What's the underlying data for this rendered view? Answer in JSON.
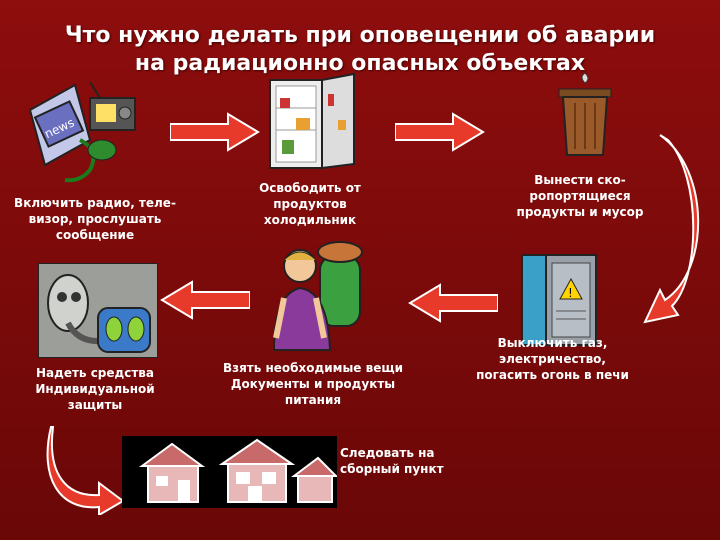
{
  "title": "Что нужно делать при оповещении об аварии на радиационно опасных объектах",
  "steps": [
    {
      "text": "Включить радио, теле-визор, прослушать сообщение"
    },
    {
      "text": "Освободить от продуктов холодильник"
    },
    {
      "text": "Вынести ско-ропортящиеся продукты и мусор"
    },
    {
      "text": "Выключить газ, электричество, погасить огонь в печи"
    },
    {
      "text": "Взять необходимые вещи Документы и продукты питания"
    },
    {
      "text": "Надеть средства Индивидуальной защиты"
    },
    {
      "text": "Следовать на сборный пункт"
    }
  ],
  "icons": [
    "tv-radio-icon",
    "fridge-icon",
    "trash-bin-icon",
    "electric-panel-icon",
    "backpack-person-icon",
    "gas-mask-icon",
    "houses-icon"
  ],
  "colors": {
    "background": "#7a0a0a",
    "arrow": "#e83a2a",
    "text": "#ffffff"
  }
}
